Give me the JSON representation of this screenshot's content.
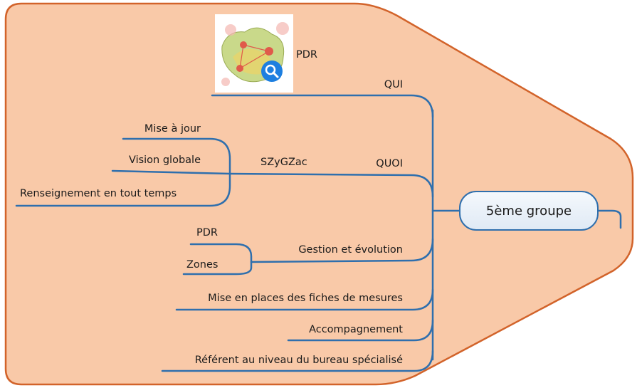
{
  "central_topic": "5ème groupe",
  "branches": {
    "qui": {
      "label": "QUI",
      "image_label": "PDR",
      "image_icon": "map-search-icon"
    },
    "quoi": {
      "label": "QUOI",
      "sub_label": "SZyGZac",
      "children": [
        "Mise à jour",
        "Vision globale",
        "Renseignement en tout temps"
      ]
    },
    "gestion": {
      "label": "Gestion et évolution",
      "children": [
        "PDR",
        "Zones"
      ]
    },
    "fiches": {
      "label": "Mise en places des fiches de mesures"
    },
    "accompagnement": {
      "label": "Accompagnement"
    },
    "referent": {
      "label": "Référent au niveau du bureau spécialisé"
    }
  },
  "colors": {
    "boundary_fill": "#f9c9a8",
    "boundary_stroke": "#d2632a",
    "connector": "#2f6fad",
    "central_border": "#2f6fad",
    "central_fill": "#eaf1f9"
  }
}
